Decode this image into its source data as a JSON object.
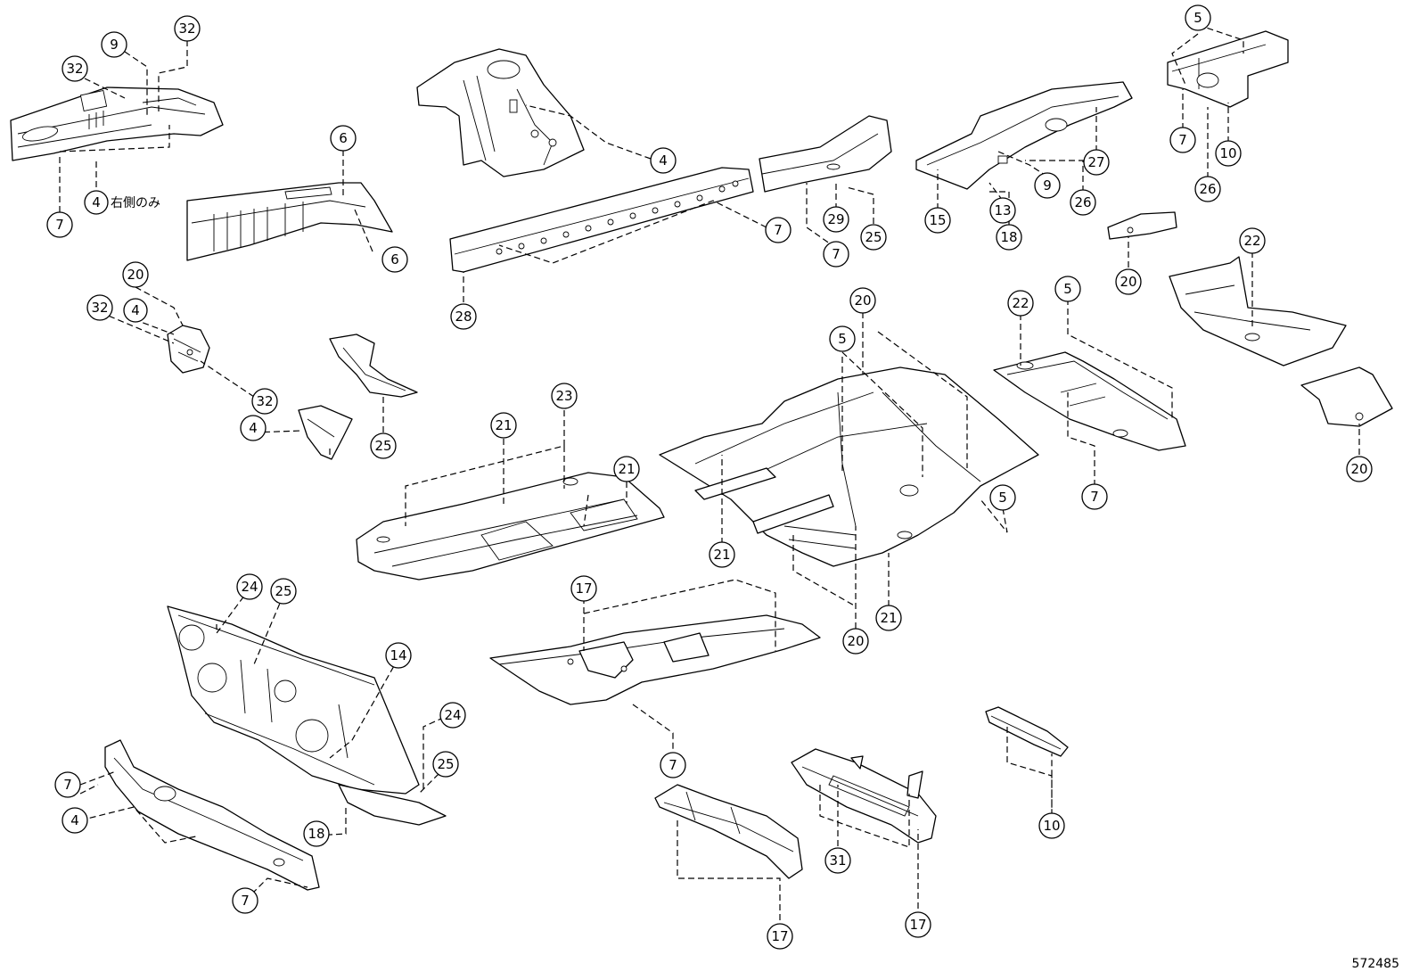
{
  "diagram": {
    "callouts": [
      "32",
      "9",
      "32",
      "7",
      "4",
      "6",
      "6",
      "4",
      "7",
      "29",
      "25",
      "7",
      "28",
      "5",
      "27",
      "9",
      "26",
      "15",
      "13",
      "18",
      "7",
      "10",
      "26",
      "20",
      "32",
      "4",
      "32",
      "4",
      "25",
      "20",
      "22",
      "5",
      "22",
      "5",
      "20",
      "20",
      "23",
      "21",
      "21",
      "21",
      "5",
      "20",
      "21",
      "7",
      "24",
      "25",
      "14",
      "24",
      "25",
      "18",
      "17",
      "7",
      "7",
      "4",
      "7",
      "31",
      "17",
      "17",
      "10"
    ],
    "note": "右側のみ",
    "illustration_id": "572485"
  }
}
